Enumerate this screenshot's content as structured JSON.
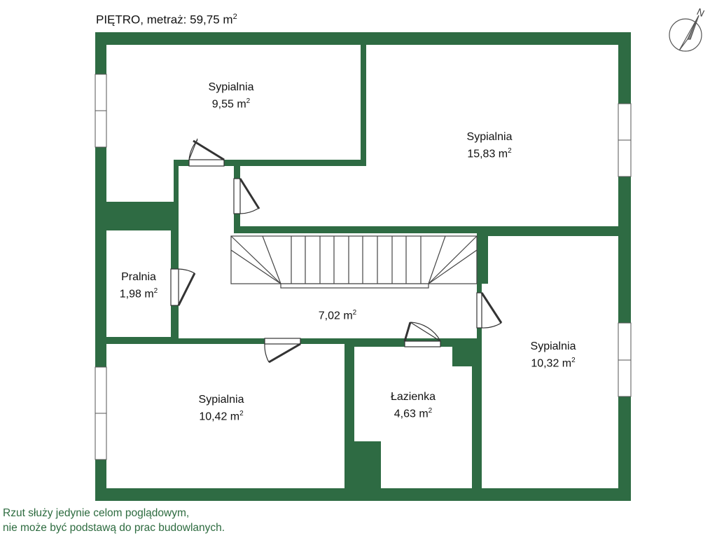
{
  "header": {
    "floor_label": "PIĘTRO, metraż: 59,75 m",
    "floor_area_exp": "2"
  },
  "rooms": [
    {
      "name": "Sypialnia",
      "area": "9,55 m",
      "exp": "2"
    },
    {
      "name": "Sypialnia",
      "area": "15,83 m",
      "exp": "2"
    },
    {
      "name": "Pralnia",
      "area": "1,98 m",
      "exp": "2"
    },
    {
      "name": "",
      "area": "7,02 m",
      "exp": "2"
    },
    {
      "name": "Sypialnia",
      "area": "10,32 m",
      "exp": "2"
    },
    {
      "name": "Sypialnia",
      "area": "10,42 m",
      "exp": "2"
    },
    {
      "name": "Łazienka",
      "area": "4,63 m",
      "exp": "2"
    }
  ],
  "compass": {
    "label": "N",
    "icon": "north-arrow-icon"
  },
  "disclaimer": {
    "line1": "Rzut służy jedynie celom poglądowym,",
    "line2": "nie może być podstawą do prac budowlanych."
  },
  "colors": {
    "wall": "#2e6b43",
    "text": "#111111",
    "note": "#2d6b3f"
  }
}
